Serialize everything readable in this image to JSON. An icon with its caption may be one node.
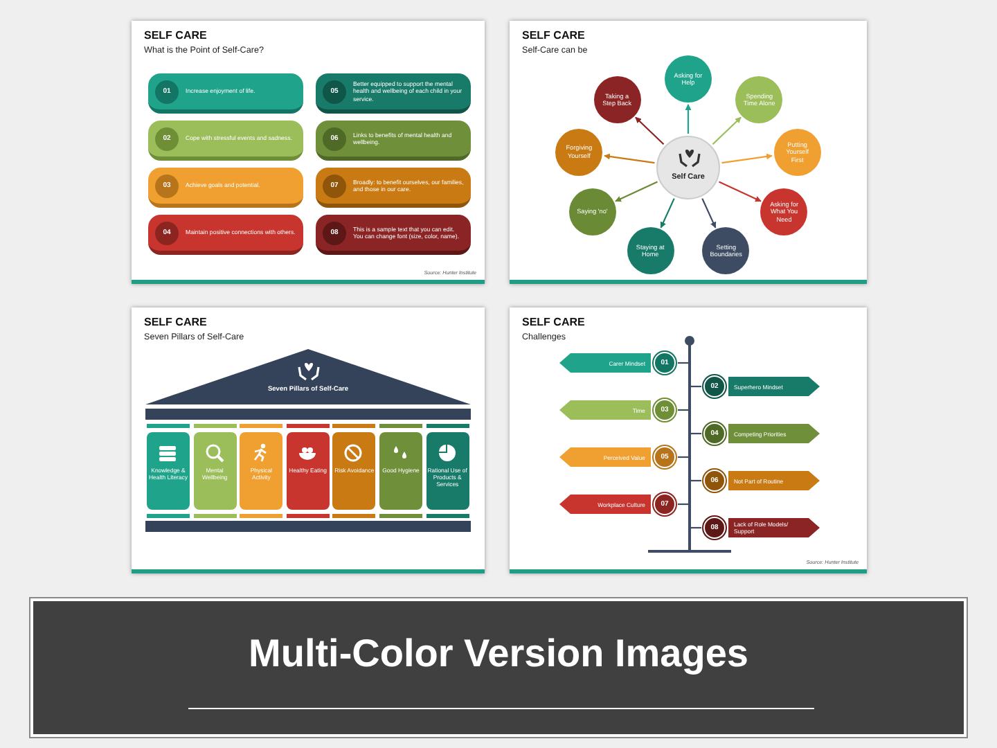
{
  "diagram": {
    "nodes": [
      {
        "text": [
          "SELF CARE",
          "What is the Point of Self-Care?",
          "Source: Hunter Institute"
        ]
      },
      {
        "text": [
          "01",
          "Increase enjoyment of life."
        ],
        "in": 0
      },
      {
        "text": [
          "02",
          "Cope with stressful events and sadness."
        ],
        "in": 0
      },
      {
        "text": [
          "03",
          "Achieve goals and potential."
        ],
        "in": 0
      },
      {
        "text": [
          "04",
          "Maintain positive connections with others."
        ],
        "in": 0
      },
      {
        "text": [
          "05",
          "Better equipped to support the mental health and wellbeing of each child in your service."
        ],
        "in": 0
      },
      {
        "text": [
          "06",
          "Links to benefits of mental health and wellbeing."
        ],
        "in": 0
      },
      {
        "text": [
          "07",
          "Broadly: to benefit ourselves, our families, and those in our care."
        ],
        "in": 0
      },
      {
        "text": [
          "08",
          "This is a sample text that you can edit. You can change font (size, color, name)."
        ],
        "in": 0
      },
      {
        "text": [
          "SELF CARE",
          "Self-Care can be"
        ]
      },
      {
        "text": [
          "Self Care"
        ],
        "in": 9
      },
      {
        "text": [
          "Asking for Help"
        ],
        "in": 9
      },
      {
        "text": [
          "Spending Time Alone"
        ],
        "in": 9
      },
      {
        "text": [
          "Putting Yourself First"
        ],
        "in": 9
      },
      {
        "text": [
          "Asking for What You Need"
        ],
        "in": 9
      },
      {
        "text": [
          "Setting Boundaries"
        ],
        "in": 9
      },
      {
        "text": [
          "Staying at Home"
        ],
        "in": 9
      },
      {
        "text": [
          "Saying 'no'"
        ],
        "in": 9
      },
      {
        "text": [
          "Forgiving Yourself"
        ],
        "in": 9
      },
      {
        "text": [
          "Taking a Step Back"
        ],
        "in": 9
      },
      {
        "text": [
          "SELF CARE",
          "Seven Pillars of Self-Care"
        ]
      },
      {
        "text": [
          "Seven Pillars of Self-Care"
        ],
        "in": 20
      },
      {
        "text": [
          "Knowledge & Health Literacy"
        ],
        "in": 20
      },
      {
        "text": [
          "Mental Wellbeing"
        ],
        "in": 20
      },
      {
        "text": [
          "Physical Activity"
        ],
        "in": 20
      },
      {
        "text": [
          "Healthy Eating"
        ],
        "in": 20
      },
      {
        "text": [
          "Risk Avoidance"
        ],
        "in": 20
      },
      {
        "text": [
          "Good Hygiene"
        ],
        "in": 20
      },
      {
        "text": [
          "Rational Use of Products & Services"
        ],
        "in": 20
      },
      {
        "text": [
          "SELF CARE",
          "Challenges",
          "Source: Hunter Institute"
        ]
      },
      {
        "text": [],
        "shape": "bar",
        "in": 29
      },
      {
        "text": [
          "Carer Mindset",
          "01"
        ],
        "in": 29
      },
      {
        "text": [
          "02",
          "Superhero Mindset"
        ],
        "in": 29
      },
      {
        "text": [
          "Time",
          "03"
        ],
        "in": 29
      },
      {
        "text": [
          "04",
          "Competing Priorities"
        ],
        "in": 29
      },
      {
        "text": [
          "Perceived Value",
          "05"
        ],
        "in": 29
      },
      {
        "text": [
          "06",
          "Not Part of Routine"
        ],
        "in": 29
      },
      {
        "text": [
          "Workplace Culture",
          "07"
        ],
        "in": 29
      },
      {
        "text": [
          "08",
          "Lack of Role Models/  Support"
        ],
        "in": 29
      },
      {
        "text": [
          "Multi-Color Version Images"
        ]
      }
    ],
    "edges": [
      {
        "from": 10,
        "to": 11,
        "arrow": "to",
        "color": "#1fa38a"
      },
      {
        "from": 10,
        "to": 12,
        "arrow": "to",
        "color": "#9bbd5a"
      },
      {
        "from": 10,
        "to": 13,
        "arrow": "to",
        "color": "#f0a030"
      },
      {
        "from": 10,
        "to": 14,
        "arrow": "to",
        "color": "#c8352e"
      },
      {
        "from": 10,
        "to": 15,
        "arrow": "to",
        "color": "#3d4b63"
      },
      {
        "from": 10,
        "to": 16,
        "arrow": "to",
        "color": "#187a68"
      },
      {
        "from": 10,
        "to": 17,
        "arrow": "to",
        "color": "#6a8a35"
      },
      {
        "from": 10,
        "to": 18,
        "arrow": "to",
        "color": "#c97a12"
      },
      {
        "from": 10,
        "to": 19,
        "arrow": "to",
        "color": "#8b2424"
      },
      {
        "from": 30,
        "to": 31,
        "arrow": "none"
      },
      {
        "from": 30,
        "to": 32,
        "arrow": "none"
      },
      {
        "from": 30,
        "to": 33,
        "arrow": "none"
      },
      {
        "from": 30,
        "to": 34,
        "arrow": "none"
      },
      {
        "from": 30,
        "to": 35,
        "arrow": "none"
      },
      {
        "from": 30,
        "to": 36,
        "arrow": "none"
      },
      {
        "from": 30,
        "to": 37,
        "arrow": "none"
      },
      {
        "from": 30,
        "to": 38,
        "arrow": "none"
      }
    ]
  }
}
